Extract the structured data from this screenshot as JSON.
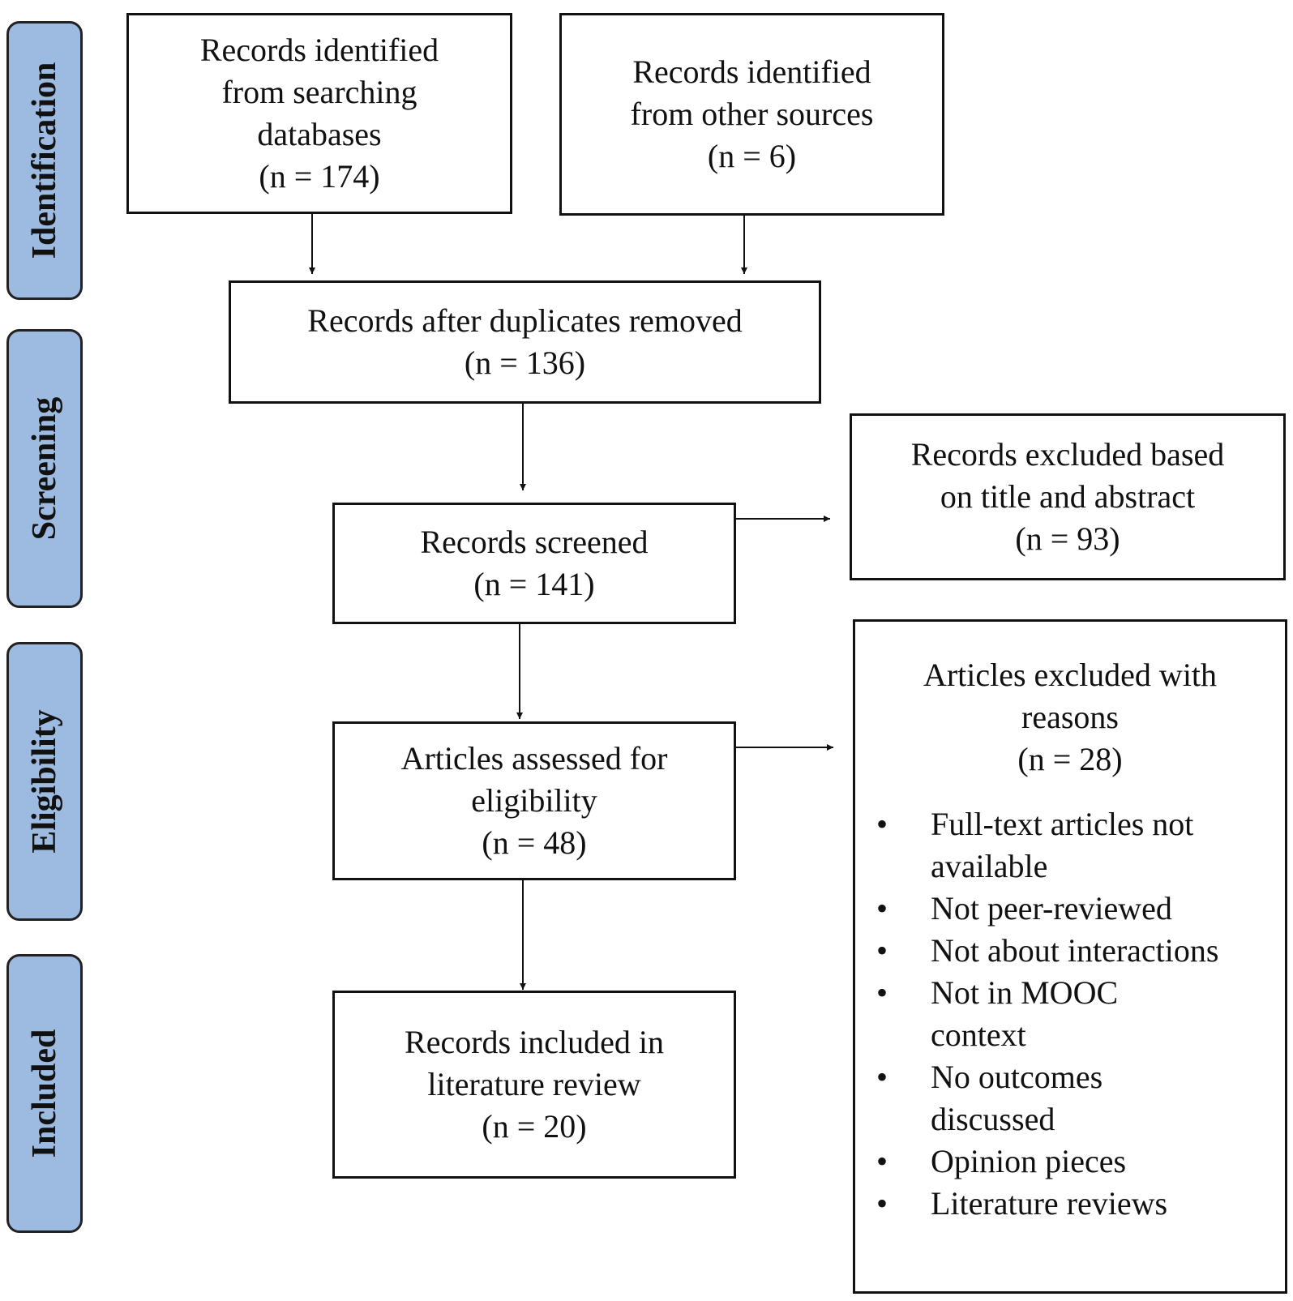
{
  "phases": {
    "identification": "Identification",
    "screening": "Screening",
    "eligibility": "Eligibility",
    "included": "Included"
  },
  "boxes": {
    "db_records": {
      "l1": "Records identified",
      "l2": "from searching",
      "l3": "databases",
      "n": "(n = 174)"
    },
    "other_records": {
      "l1": "Records identified",
      "l2": "from other sources",
      "n": "(n = 6)"
    },
    "dedup": {
      "l1": "Records after duplicates removed",
      "n": "(n = 136)"
    },
    "screened": {
      "l1": "Records screened",
      "n": "(n = 141)"
    },
    "excluded_title": {
      "l1": "Records excluded based",
      "l2": "on title and abstract",
      "n": "(n = 93)"
    },
    "assessed": {
      "l1": "Articles assessed for",
      "l2": "eligibility",
      "n": "(n = 48)"
    },
    "included": {
      "l1": "Records included in",
      "l2": "literature review",
      "n": "(n = 20)"
    }
  },
  "exclusions": {
    "l1": "Articles excluded with",
    "l2": "reasons",
    "n": "(n = 28)",
    "reasons": [
      "Full-text articles not available",
      "Not peer-reviewed",
      "Not about interactions",
      "Not in MOOC context",
      "No outcomes discussed",
      "Opinion pieces",
      "Literature reviews"
    ]
  }
}
